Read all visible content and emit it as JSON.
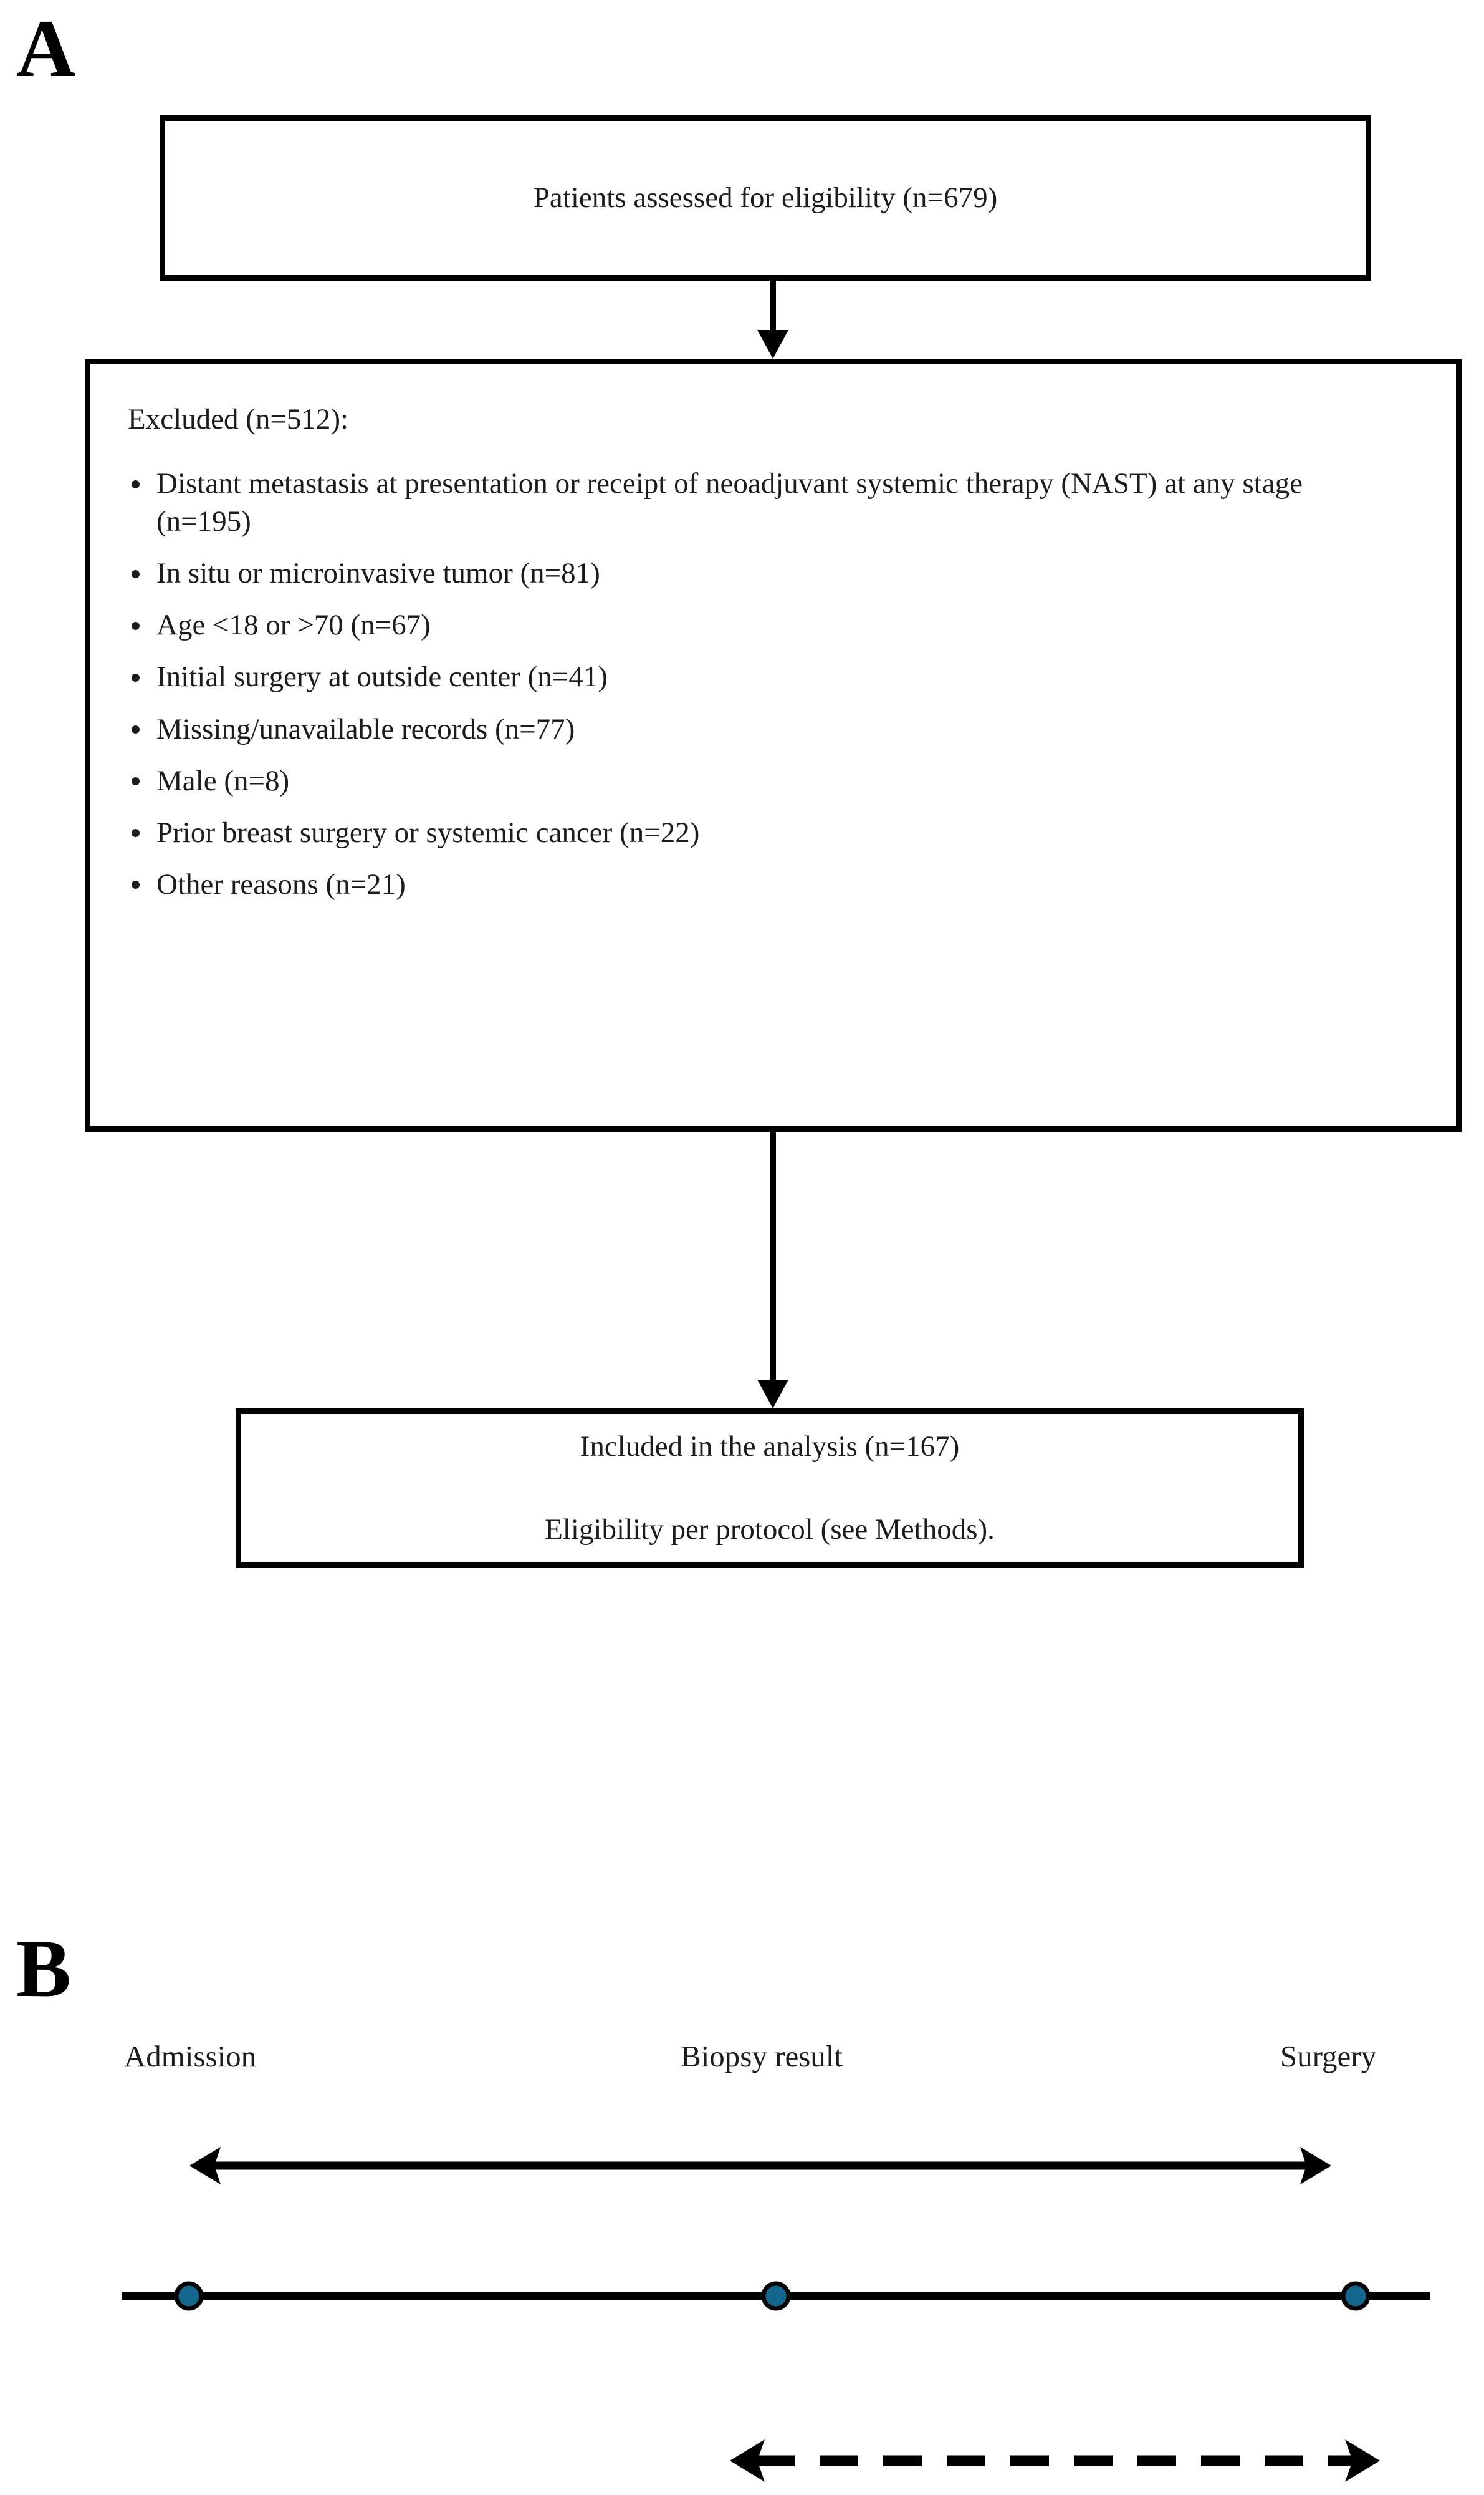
{
  "figure": {
    "panels": [
      {
        "letter": "A",
        "name": "study-flow-diagram"
      },
      {
        "letter": "B",
        "name": "timeline-diagram"
      }
    ]
  },
  "panel_a": {
    "assessed_box": {
      "text": "Patients assessed for eligibility (n=679)"
    },
    "excluded_box": {
      "heading": "Excluded (n=512):",
      "items": [
        "Distant metastasis at presentation or receipt of neoadjuvant systemic therapy (NAST) at any stage (n=195)",
        "In situ or microinvasive tumor (n=81)",
        "Age <18 or >70 (n=67)",
        "Initial surgery at outside center (n=41)",
        "Missing/unavailable records (n=77)",
        "Male (n=8)",
        "Prior breast surgery or systemic cancer (n=22)",
        "Other reasons (n=21)"
      ]
    },
    "included_box": {
      "line1": "Included in the analysis (n=167)",
      "line2": "Eligibility per protocol (see Methods)."
    }
  },
  "panel_b": {
    "milestones": [
      {
        "label": "Admission",
        "marker": "timepoint-dot"
      },
      {
        "label": "Biopsy result",
        "marker": "timepoint-dot"
      },
      {
        "label": "Surgery",
        "marker": "timepoint-dot"
      }
    ],
    "span_arrow": {
      "name": "admission-to-surgery-interval",
      "style": "solid-double-headed"
    },
    "dashed_arrow": {
      "name": "biopsy-to-surgery-interval",
      "style": "dashed-double-headed"
    }
  },
  "colors": {
    "stroke": "#000000",
    "text": "#1c1c1c",
    "marker_fill": "#14678C",
    "marker_stroke": "#000000",
    "background": "#FFFFFF"
  },
  "chart_data": {
    "type": "table",
    "title": "Patient selection flow and peri-operative timeline",
    "flow": [
      {
        "stage": "Assessed for eligibility",
        "n": 679
      },
      {
        "stage": "Excluded",
        "n": 512
      },
      {
        "stage": "Included in the analysis",
        "n": 167
      }
    ],
    "exclusion_reasons": [
      {
        "reason": "Distant metastasis at presentation or receipt of neoadjuvant systemic therapy (NAST) at any stage",
        "n": 195
      },
      {
        "reason": "In situ or microinvasive tumor",
        "n": 81
      },
      {
        "reason": "Age <18 or >70",
        "n": 67
      },
      {
        "reason": "Initial surgery at outside center",
        "n": 41
      },
      {
        "reason": "Missing/unavailable records",
        "n": 77
      },
      {
        "reason": "Male",
        "n": 8
      },
      {
        "reason": "Prior breast surgery or systemic cancer",
        "n": 22
      },
      {
        "reason": "Other reasons",
        "n": 21
      }
    ],
    "timeline_points": [
      "Admission",
      "Biopsy result",
      "Surgery"
    ],
    "xlabel": "",
    "ylabel": "",
    "grid": false,
    "legend": "none"
  }
}
